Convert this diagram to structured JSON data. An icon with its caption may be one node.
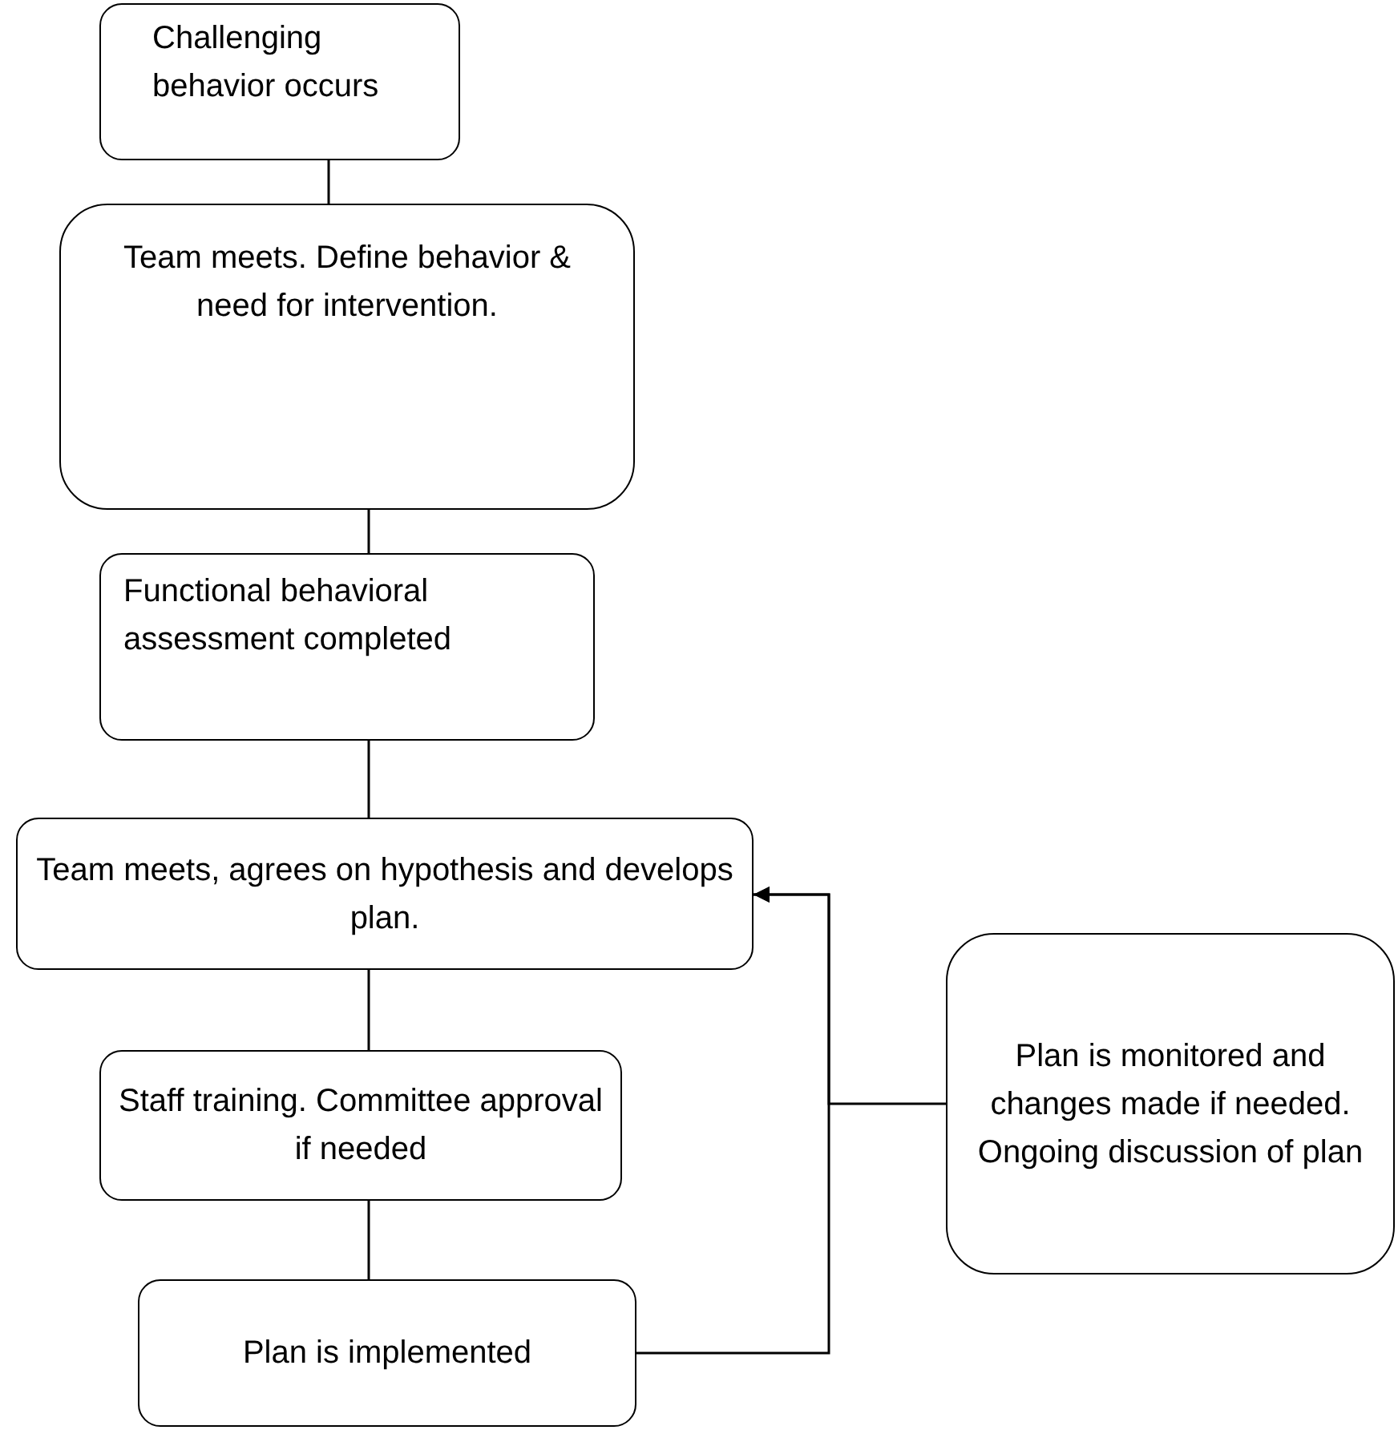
{
  "diagram": {
    "nodes": [
      {
        "text": [
          "Challenging behavior occurs"
        ]
      },
      {
        "text": [
          "Team meets. Define behavior & need for intervention."
        ]
      },
      {
        "text": [
          "Functional behavioral assessment completed"
        ]
      },
      {
        "text": [
          "Team meets, agrees on hypothesis and develops plan."
        ]
      },
      {
        "text": [
          "Staff training. Committee approval if needed"
        ]
      },
      {
        "text": [
          "Plan is implemented"
        ]
      },
      {
        "text": [
          "Plan is monitored and changes made if needed. Ongoing discussion of plan"
        ]
      }
    ],
    "edges": [
      {
        "from": 0,
        "to": 1,
        "arrow": "none"
      },
      {
        "from": 1,
        "to": 2,
        "arrow": "none"
      },
      {
        "from": 2,
        "to": 3,
        "arrow": "none"
      },
      {
        "from": 3,
        "to": 4,
        "arrow": "none"
      },
      {
        "from": 4,
        "to": 5,
        "arrow": "none"
      },
      {
        "from": 5,
        "to": 3,
        "arrow": "to"
      },
      {
        "from": 6,
        "to": 3,
        "arrow": "to"
      }
    ]
  }
}
